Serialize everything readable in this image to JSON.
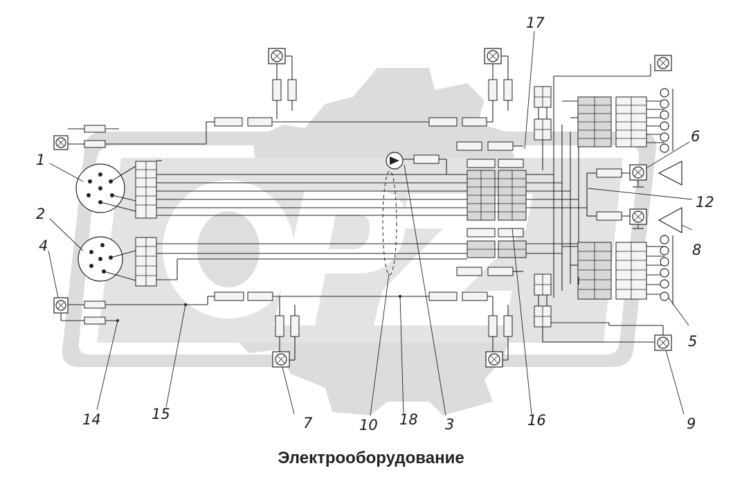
{
  "caption": "Электрооборудование",
  "callouts": [
    "1",
    "2",
    "3",
    "4",
    "5",
    "6",
    "7",
    "8",
    "9",
    "10",
    "12",
    "14",
    "15",
    "16",
    "17",
    "18"
  ],
  "watermark_color": "#d9d9d9",
  "line_color": "#222222"
}
